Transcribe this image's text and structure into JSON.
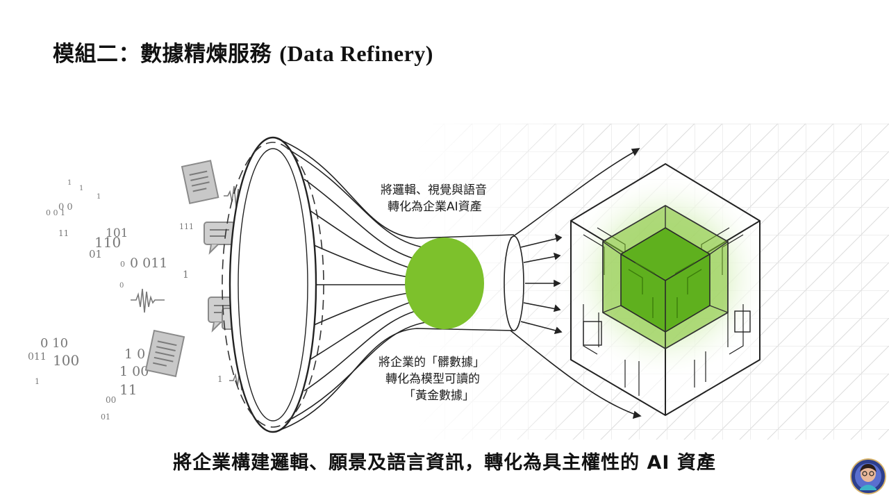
{
  "slide": {
    "title_zh": "模組二：數據精煉服務",
    "title_en": "(Data Refinery)",
    "caption_top": [
      "將邏輯、視覺與語音",
      "轉化為企業AI資產"
    ],
    "caption_bottom": [
      "將企業的「髒數據」",
      "轉化為模型可讀的",
      "「黃金數據」"
    ],
    "bottom_line": "將企業構建邏輯、願景及語言資訊，轉化為具主權性的 AI 資產"
  },
  "binary_text": [
    "1",
    "1",
    "1",
    "0 0",
    "0 0 1",
    "11",
    "101",
    "110",
    "01",
    "0",
    "0 011",
    "0",
    "111",
    "1",
    "1",
    "1",
    "0",
    "1",
    "0 10",
    "011",
    "100",
    "1 0",
    "1 00",
    "11",
    "1",
    "00",
    "01",
    "1",
    "1"
  ],
  "colors": {
    "green": "#7dc12c",
    "green_dark": "#4f9e14",
    "line": "#222222",
    "grid": "#d8d8d8",
    "icon_gray": "#9a9a9a"
  }
}
